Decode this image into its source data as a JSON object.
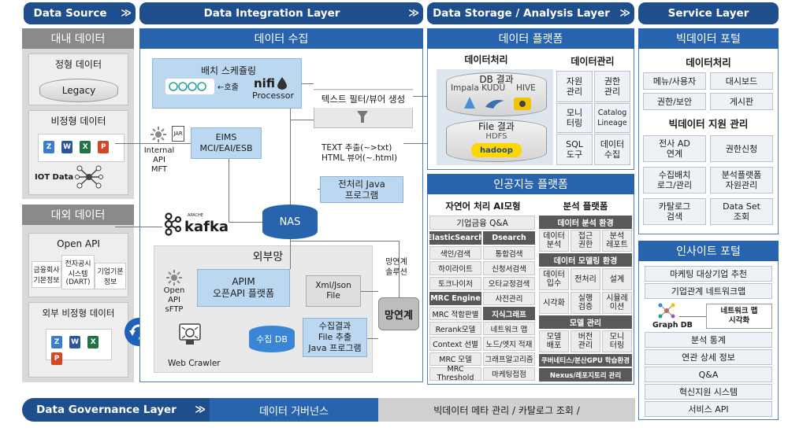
{
  "headers": {
    "source": "Data Source",
    "integration": "Data Integration Layer",
    "storage": "Data Storage / Analysis Layer",
    "service": "Service Layer",
    "chevron": "≫"
  },
  "source": {
    "internal_title": "대내 데이터",
    "structured": "정형 데이터",
    "legacy": "Legacy",
    "unstructured": "비정형 데이터",
    "iot": "IOT Data",
    "external_title": "대외 데이터",
    "open_api": "Open API",
    "ext_items": [
      "금융회사\n기본정보",
      "전자공시\n시스템\n(DART)",
      "기업기본\n정보"
    ],
    "ext_unstructured": "외부 비정형 데이터",
    "doc_letters": [
      "Z",
      "W",
      "X",
      "P"
    ]
  },
  "integration": {
    "title": "데이터 수집",
    "batch": "배치 스케쥴링",
    "call": "←호출",
    "nifi": "nifi",
    "processor": "Processor",
    "text_filter": "텍스트 필터/뷰어 생성",
    "text_extract": "TEXT 추출(~>txt)",
    "html_view": "HTML 뷰어(~.html)",
    "internal_api": "Internal\nAPI\nMFT",
    "eims": "EIMS\nMCI/EAI/ESB",
    "preprocess": "전처리 Java\n프로그램",
    "kafka": "kafka",
    "apache": "APACHE",
    "nas": "NAS",
    "outer_net": "외부망",
    "net_solution": "망연계\n솔루션",
    "open_api_sftp": "Open\nAPI\nsFTP",
    "apim": "APIM\n오픈API 플랫폼",
    "xml_json": "Xml/Json\nFile",
    "net_link": "망연계",
    "collect_db": "수집 DB",
    "collect_result": "수집결과\nFile 추출\nJava 프로그램",
    "crawler": "Web Crawler",
    "jar": "JAR"
  },
  "storage": {
    "title": "데이터 플랫폼",
    "processing": "데이터처리",
    "management": "데이터관리",
    "db_result": "DB 결과",
    "impala": "Impala KUDU",
    "hive": "HIVE",
    "file_result": "File 결과",
    "hdfs": "HDFS",
    "hadoop": "hadoop",
    "mgmt_cells": [
      "자원\n관리",
      "권한\n관리",
      "모니\n터링",
      "Catalog\nLineage",
      "SQL\n도구",
      "데이터\n수집"
    ]
  },
  "ai": {
    "title": "인공지능 플랫폼",
    "nlp_title": "자연어 처리 AI모형",
    "nlp_top": "기업금융 Q&A",
    "nlp_rows": [
      [
        {
          "t": "ElasticSearch",
          "d": true
        },
        {
          "t": "Dsearch",
          "d": true
        }
      ],
      [
        {
          "t": "색인/검색",
          "d": false
        },
        {
          "t": "통합검색",
          "d": false
        }
      ],
      [
        {
          "t": "하이라이트",
          "d": false
        },
        {
          "t": "신청서검색",
          "d": false
        }
      ],
      [
        {
          "t": "토크나이저",
          "d": false
        },
        {
          "t": "오타교정검색",
          "d": false
        }
      ],
      [
        {
          "t": "MRC Engine",
          "d": true
        },
        {
          "t": "사전관리",
          "d": false
        }
      ],
      [
        {
          "t": "MRC 적합판별",
          "d": false
        },
        {
          "t": "지식그래프",
          "d": true
        }
      ],
      [
        {
          "t": "Rerank모델",
          "d": false
        },
        {
          "t": "네트워크 맵",
          "d": false
        }
      ],
      [
        {
          "t": "Context 선별",
          "d": false
        },
        {
          "t": "노드/엣지 적재",
          "d": false
        }
      ],
      [
        {
          "t": "MRC 모델",
          "d": false
        },
        {
          "t": "그래프알고리즘",
          "d": false
        }
      ],
      [
        {
          "t": "MRC Threshold",
          "d": false
        },
        {
          "t": "마케팅접점",
          "d": false
        }
      ]
    ],
    "analysis_title": "분석 플랫폼",
    "env_title": "데이터 분석 환경",
    "env_cells": [
      "데이터\n분석",
      "접근\n권한",
      "분석\n레포트"
    ],
    "model_env_title": "데이터 모델링 환경",
    "model_env_cells": [
      "데이터\n입수",
      "전처리",
      "설계",
      "시각화",
      "실행\n검증",
      "시뮬레\n이션"
    ],
    "model_mgmt_title": "모델 관리",
    "model_mgmt_cells": [
      "모델\n배포",
      "버전\n관리",
      "모니\n터링"
    ],
    "kube": "쿠버네티스/분산GPU 학습환경",
    "nexus": "Nexus/레포지토리 관리"
  },
  "service": {
    "bigdata_portal": "빅데이터 포털",
    "processing": "데이터처리",
    "proc_cells": [
      "메뉴/사용자",
      "대시보드",
      "권한/보안",
      "게시판"
    ],
    "support": "빅데이터 지원 관리",
    "support_cells": [
      "전사 AD\n연계",
      "권한신청",
      "수집배치\n로그/관리",
      "분석플랫폼\n자원관리",
      "카탈로그\n검색",
      "Data Set\n조회"
    ],
    "insight_portal": "인사이트 포털",
    "insight_items": [
      "마케팅 대상기업 추천",
      "기업관계 네트워크맵"
    ],
    "graphdb": "Graph DB",
    "network_viz": "네트워크 맵\n시각화",
    "insight_items2": [
      "분석 통계",
      "연관 상세 정보",
      "Q&A",
      "혁신지원 시스템",
      "서비스 API"
    ]
  },
  "governance": {
    "title": "Data Governance Layer",
    "left": "데이터 거버넌스",
    "right": "빅데이터 메타 관리 / 카탈로그 조회 /"
  },
  "colors": {
    "header": "#1e4e8c",
    "panel_title": "#2864ad",
    "gray_title": "#8a8a8a",
    "dark_cell": "#595959",
    "light_blue": "#bcd7f0"
  }
}
